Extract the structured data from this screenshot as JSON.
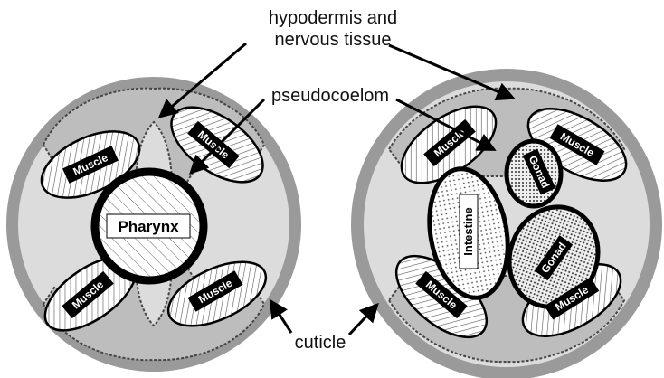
{
  "labels": {
    "hypodermis_line1": "hypodermis and",
    "hypodermis_line2": "nervous tissue",
    "pseudocoelom": "pseudocoelom",
    "cuticle": "cuticle"
  },
  "left_section": {
    "pharynx": "Pharynx",
    "muscles": [
      "Muscle",
      "Muscle",
      "Muscle",
      "Muscle"
    ]
  },
  "right_section": {
    "intestine": "Intestine",
    "gonads": [
      "Gonad",
      "Gonad"
    ],
    "muscles": [
      "Muscle",
      "Muscle",
      "Muscle",
      "Muscle"
    ]
  },
  "colors": {
    "cuticle": "#9a9a9a",
    "hypodermis": "#bdbdbd",
    "body_fill": "#dcdcdc",
    "outline": "#000000",
    "tag_fill": "#000000",
    "tag_text": "#ffffff"
  }
}
